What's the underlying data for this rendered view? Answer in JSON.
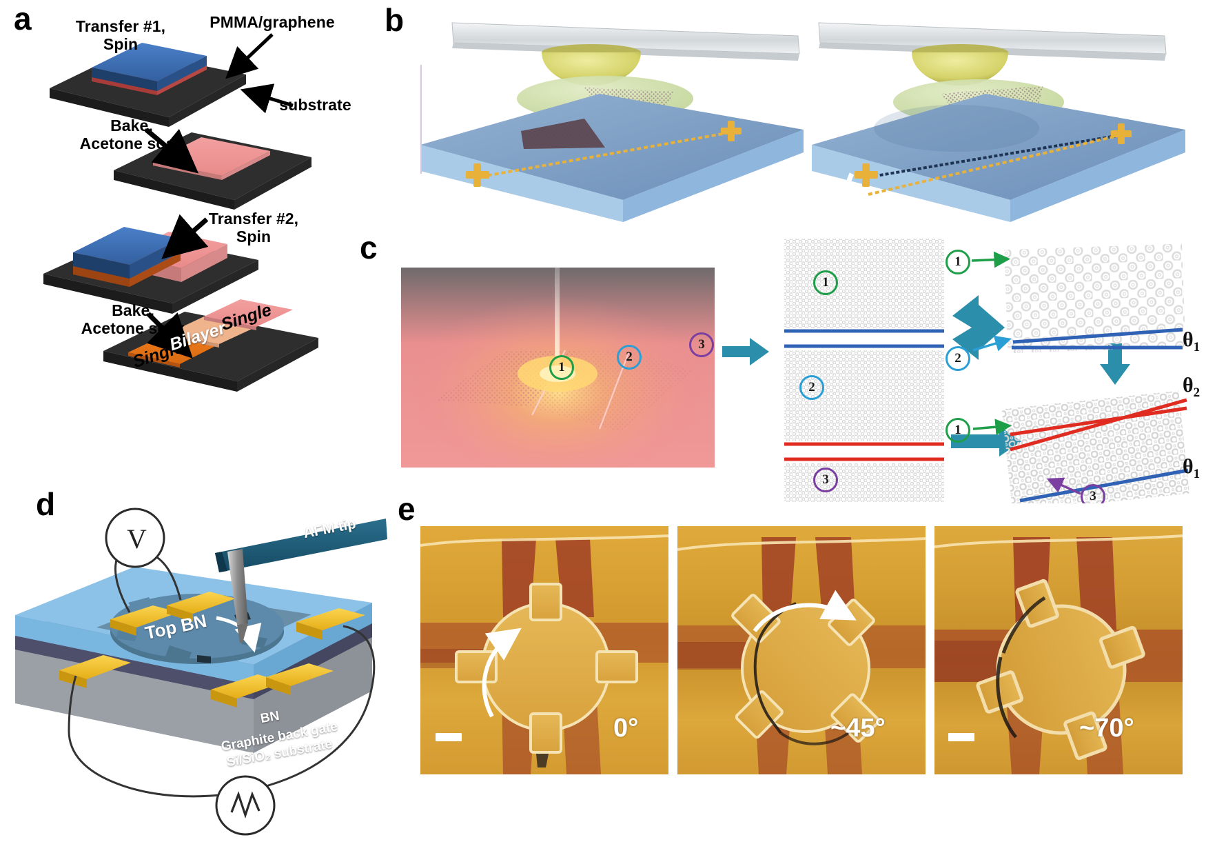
{
  "figure": {
    "panels": [
      {
        "id": "a",
        "letter": "a"
      },
      {
        "id": "b",
        "letter": "b"
      },
      {
        "id": "c",
        "letter": "c"
      },
      {
        "id": "d",
        "letter": "d"
      },
      {
        "id": "e",
        "letter": "e"
      }
    ]
  },
  "panel_a": {
    "letter": "a",
    "labels": {
      "transfer1": "Transfer #1,\nSpin",
      "pmma_graphene": "PMMA/graphene",
      "substrate": "substrate",
      "bake1": "Bake,\nAcetone soak",
      "transfer2": "Transfer #2,\nSpin",
      "bake2": "Bake,\nAcetone soak",
      "single_left": "Single",
      "bilayer": "Bilayer",
      "single_right": "Single"
    },
    "colors": {
      "substrate": "#2b2b2b",
      "pmma_blue": "#3d6fb5",
      "graphene_pink": "#f09090",
      "graphene_orange": "#e8721c",
      "arrow": "#000000"
    }
  },
  "panel_b": {
    "letter": "b",
    "frames": [
      {
        "name": "before-rotation"
      },
      {
        "name": "after-rotation"
      }
    ],
    "colors": {
      "substrate_top": "#7c9bc4",
      "substrate_side": "#a9cbe8",
      "stamp_glass": "#d8dde0",
      "stamp_dome": "#d8d77a",
      "pdms_disc": "#cfdba8",
      "marker_gold": "#e8b23a",
      "flake": "#7a5f68",
      "rotation_arrow": "#ffffff"
    }
  },
  "panel_c": {
    "letter": "c",
    "markers": [
      {
        "id": "1",
        "label": "1",
        "color": "#1f9e4a"
      },
      {
        "id": "2",
        "label": "2",
        "color": "#2a9fd6"
      },
      {
        "id": "3",
        "label": "3",
        "color": "#7a3fa0"
      }
    ],
    "angles": [
      {
        "label": "θ",
        "sub": "1",
        "color": "#2f62b5"
      },
      {
        "label": "θ",
        "sub": "2",
        "color": "#e02b20"
      },
      {
        "label": "θ",
        "sub": "1",
        "color": "#2f62b5"
      }
    ],
    "colors": {
      "laser_glow": "#f08f8f",
      "laser_beam": "#ffd9d9",
      "hot_spot": "#f5c54a",
      "lattice": "#d9d9d9",
      "blue_line": "#2f62b5",
      "red_line": "#e02b20",
      "teal_arrow": "#2b8fab",
      "background_top": "#6f6a6c"
    }
  },
  "panel_d": {
    "letter": "d",
    "labels": {
      "afm_tip": "AFM tip",
      "top_bn": "Top BN",
      "bn": "BN",
      "graphite_back_gate": "Graphite back gate",
      "substrate": "Si/SiO₂ substrate",
      "voltmeter": "V",
      "ac_source": "∿"
    },
    "colors": {
      "bn_light_blue": "#79b6e0",
      "top_bn": "#5d89ab",
      "gold_contact": "#f2c230",
      "graphite": "#4e4f6b",
      "si_substrate": "#9aa0a6",
      "tip_cantilever": "#1b5871",
      "tip_cone": "#9a9a9a",
      "wire": "#333333"
    }
  },
  "panel_e": {
    "letter": "e",
    "images": [
      {
        "name": "afm-0deg",
        "angle_label": "0°",
        "scalebar": true
      },
      {
        "name": "afm-45deg",
        "angle_label": "~45°",
        "scalebar": true
      },
      {
        "name": "afm-70deg",
        "angle_label": "~70°",
        "scalebar": true
      }
    ],
    "colors": {
      "afm_light": "#e8b143",
      "afm_mid": "#d59a2e",
      "afm_dark": "#9c3a24",
      "afm_highlight": "#f6e0a8",
      "scalebar": "#ffffff",
      "angle_text": "#ffffff"
    }
  }
}
